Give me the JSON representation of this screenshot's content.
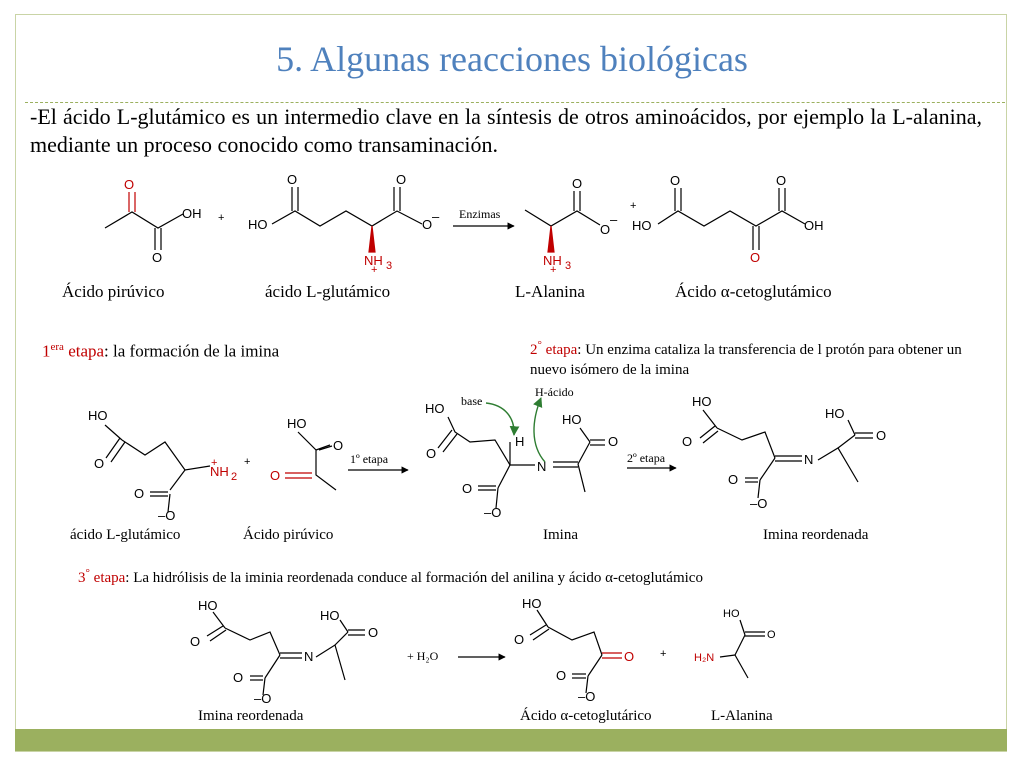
{
  "slide": {
    "title": "5. Algunas reacciones biológicas",
    "intro": "-El ácido L-glutámico es un intermedio clave en la síntesis de otros aminoácidos, por ejemplo la L-alanina, mediante un proceso conocido como transaminación."
  },
  "colors": {
    "title": "#4f81bd",
    "accent": "#c00000",
    "frame": "#9bb05f",
    "arrow_green": "#2e7d32"
  },
  "top_reaction": {
    "labels": [
      "Ácido pirúvico",
      "ácido L-glutámico",
      "L-Alanina",
      "Ácido α-cetoglutámico"
    ],
    "arrow_label": "Enzimas",
    "plus": "+"
  },
  "step1": {
    "prefix": "1",
    "sup": "era",
    "name": "etapa",
    "colon": ":",
    "text": " la formación de la imina"
  },
  "step2": {
    "prefix": "2",
    "sup": "°",
    "name": "etapa",
    "colon": ":",
    "text": " Un enzima cataliza la transferencia de l protón para obtener un nuevo isómero de la imina"
  },
  "step3": {
    "prefix": "3",
    "sup": "°",
    "name": "etapa",
    "colon": ":",
    "text": " La hidrólisis de la iminia reordenada conduce al formación del anilina y ácido α-cetoglutámico"
  },
  "middle": {
    "labels": [
      "ácido L-glutámico",
      "Ácido pirúvico",
      "Imina",
      "Imina reordenada"
    ],
    "arrow1_label": "1º etapa",
    "arrow2_label": "2º etapa",
    "base_label": "base",
    "hacid_label": "H-ácido"
  },
  "bottom": {
    "labels": [
      "Imina reordenada",
      "Ácido α-cetoglutárico",
      "L-Alanina"
    ],
    "water_label": "+ H₂O"
  },
  "atoms": {
    "O": "O",
    "OH": "OH",
    "HO": "HO",
    "Ominus": "O",
    "minus": "–",
    "NH3": "NH",
    "sub3": "3",
    "NH2": "NH",
    "sub2": "2",
    "plus": "+",
    "N": "N",
    "H": "H",
    "H2N": "H₂N",
    "Ominus2": "–O"
  }
}
